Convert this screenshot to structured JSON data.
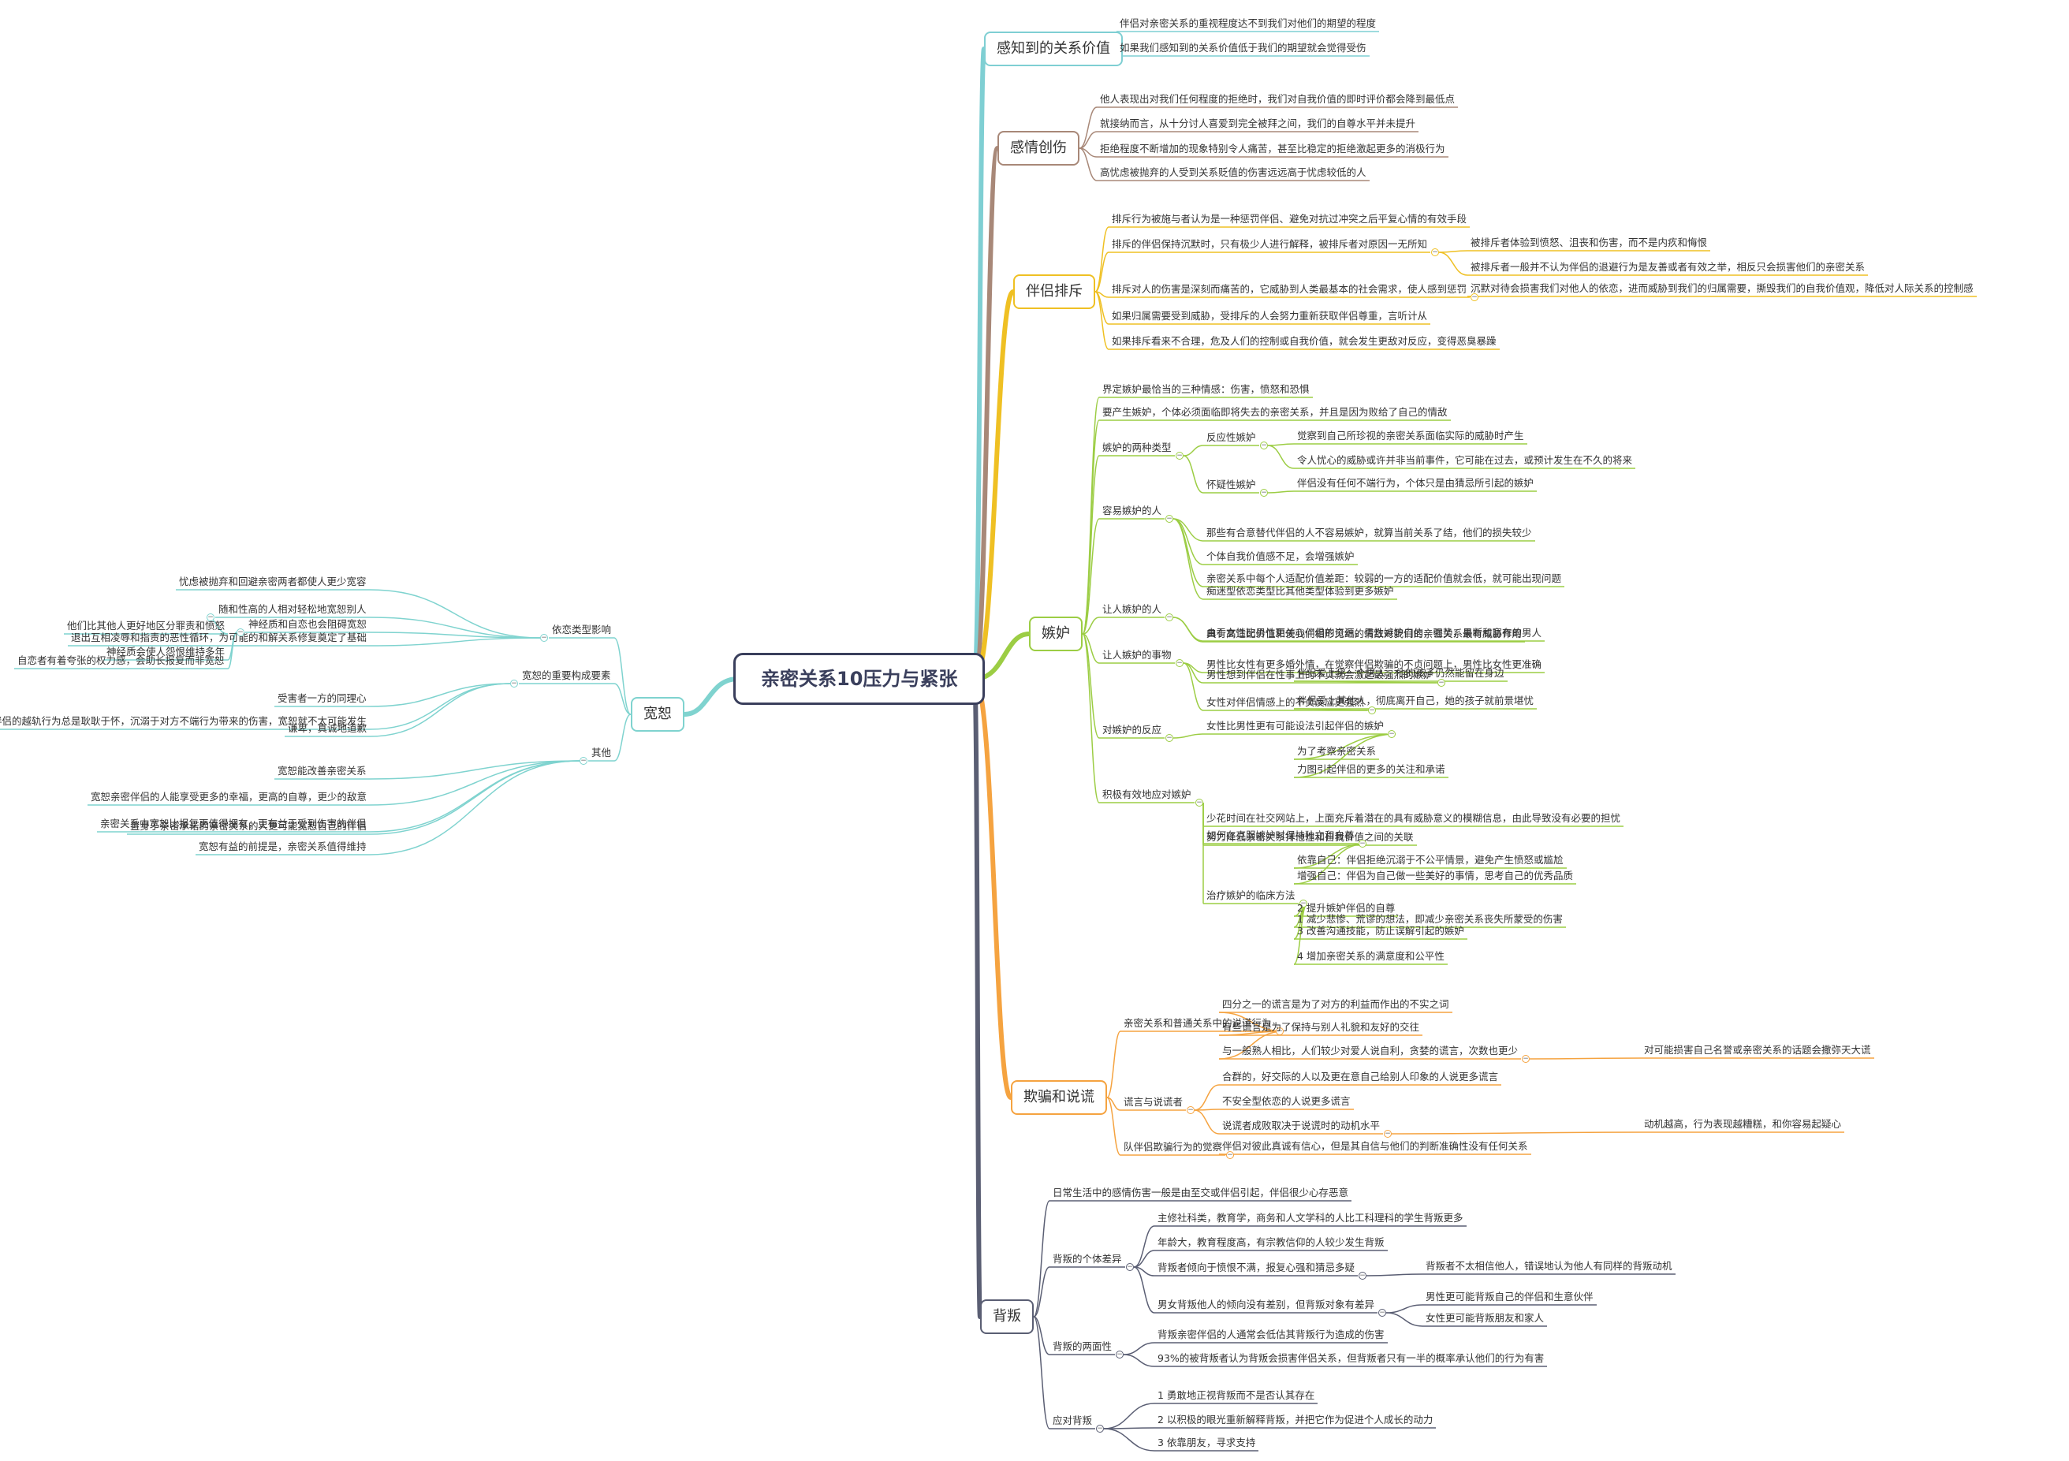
{
  "title": "亲密关系10压力与紧张",
  "colors": {
    "root_border": "#3a3f5c",
    "感知到的关系价值": "#7fcfd3",
    "感情创伤": "#a88878",
    "伴侣排斥": "#efc023",
    "嫉妒": "#9ccd44",
    "欺骗和说谎": "#f5a340",
    "背叛": "#5a5e73",
    "宽恕": "#7fd3cf"
  },
  "branches": [
    {
      "label": "感知到的关系价值",
      "children": [
        {
          "label": "伴侣对亲密关系的重视程度达不到我们对他们的期望的程度"
        },
        {
          "label": "如果我们感知到的关系价值低于我们的期望就会觉得受伤"
        }
      ]
    },
    {
      "label": "感情创伤",
      "children": [
        {
          "label": "他人表现出对我们任何程度的拒绝时，我们对自我价值的即时评价都会降到最低点"
        },
        {
          "label": "就接纳而言，从十分讨人喜爱到完全被拜之间，我们的自尊水平并未提升"
        },
        {
          "label": "拒绝程度不断增加的现象特别令人痛苦，甚至比稳定的拒绝激起更多的消极行为"
        },
        {
          "label": "高忧虑被抛弃的人受到关系贬值的伤害远远高于忧虑较低的人"
        }
      ]
    },
    {
      "label": "伴侣排斥",
      "children": [
        {
          "label": "排斥行为被施与者认为是一种惩罚伴侣、避免对抗过冲突之后平复心情的有效手段"
        },
        {
          "label": "排斥的伴侣保持沉默时，只有极少人进行解释，被排斥者对原因一无所知",
          "children": [
            {
              "label": "被排斥者体验到愤怒、沮丧和伤害，而不是内疚和悔恨"
            },
            {
              "label": "被排斥者一般并不认为伴侣的退避行为是友善或者有效之举，相反只会损害他们的亲密关系"
            }
          ]
        },
        {
          "label": "排斥对人的伤害是深刻而痛苦的，它威胁到人类最基本的社会需求，使人感到惩罚",
          "children": [
            {
              "label": "沉默对待会损害我们对他人的依恋，进而威胁到我们的归属需要，撕毁我们的自我价值观，降低对人际关系的控制感"
            }
          ]
        },
        {
          "label": "如果归属需要受到威胁，受排斥的人会努力重新获取伴侣尊重，言听计从"
        },
        {
          "label": "如果排斥看来不合理，危及人们的控制或自我价值，就会发生更敌对反应，变得恶臭暴躁"
        }
      ]
    },
    {
      "label": "嫉妒",
      "children": [
        {
          "label": "界定嫉妒最恰当的三种情感：伤害，愤怒和恐惧"
        },
        {
          "label": "要产生嫉妒，个体必须面临即将失去的亲密关系，并且是因为败给了自己的情敌"
        },
        {
          "label": "嫉妒的两种类型",
          "children": [
            {
              "label": "反应性嫉妒",
              "children": [
                {
                  "label": "觉察到自己所珍视的亲密关系面临实际的威胁时产生"
                },
                {
                  "label": "令人忧心的威胁或许并非当前事件，它可能在过去，或预计发生在不久的将来"
                }
              ]
            },
            {
              "label": "怀疑性嫉妒",
              "children": [
                {
                  "label": "伴侣没有任何不端行为，个体只是由猜忌所引起的嫉妒"
                }
              ]
            }
          ]
        },
        {
          "label": "容易嫉妒的人",
          "children": [
            {
              "label": "那些有合意替代伴侣的人不容易嫉妒，就算当前关系了结，他们的损失较少"
            },
            {
              "label": "个体自我价值感不足，会增强嫉妒"
            },
            {
              "label": "亲密关系中每个人适配价值差距：较弱的一方的适配价值就会低，就可能出现问题"
            },
            {
              "label": "痴迷型依恋类型比其他类型体验到更多嫉妒"
            }
          ]
        },
        {
          "label": "让人嫉妒的人",
          "children": [
            {
              "label": "由于女性比男性更关心伴侣的资源，男性嫉妒自信，强势，果断和富有的男人"
            },
            {
              "label": "具有高适配价值和使我们相形见绌的情敌对我们的亲密关系最有威胁作用"
            }
          ]
        },
        {
          "label": "让人嫉妒的事物",
          "children": [
            {
              "label": "男性比女性有更多婚外情，在觉察伴侣欺骗的不贞问题上，男性比女性更准确"
            },
            {
              "label": "男性想到伴侣在性事上的不贞就会激起最强烈的嫉妒",
              "children": [
                {
                  "label": "伴侣爱上另一个男人，他的孩子仍然能留在身边"
                }
              ]
            },
            {
              "label": "女性对伴侣情感上的不贞反应更强烈",
              "children": [
                {
                  "label": "伴侣爱上其他人，彻底离开自己，她的孩子就前景堪忧"
                }
              ]
            }
          ]
        },
        {
          "label": "对嫉妒的反应",
          "children": [
            {
              "label": "女性比男性更有可能设法引起伴侣的嫉妒",
              "children": [
                {
                  "label": "为了考察亲密关系"
                },
                {
                  "label": "力图引起伴侣的更多的关注和承诺"
                }
              ]
            }
          ]
        },
        {
          "label": "积极有效地应对嫉妒",
          "children": [
            {
              "label": "少花时间在社交网站上，上面充斥着潜在的具有威胁意义的模糊信息，由此导致没有必要的担忧"
            },
            {
              "label": "努力降低亲密关系排他性和自我价值之间的关联"
            },
            {
              "label": "如何在克服嫉妒时保持独立和自尊",
              "children": [
                {
                  "label": "依靠自己：伴侣拒绝沉溺于不公平情景，避免产生愤怒或尴尬"
                },
                {
                  "label": "增强自己：伴侣为自己做一些美好的事情，思考自己的优秀品质"
                }
              ]
            },
            {
              "label": "治疗嫉妒的临床方法",
              "children": [
                {
                  "label": "1 减少悲惨、荒谬的想法，即减少亲密关系丧失所蒙受的伤害"
                },
                {
                  "label": "2 提升嫉妒伴侣的自尊"
                },
                {
                  "label": "3 改善沟通技能，防止误解引起的嫉妒"
                },
                {
                  "label": "4 增加亲密关系的满意度和公平性"
                }
              ]
            }
          ]
        }
      ]
    },
    {
      "label": "欺骗和说谎",
      "children": [
        {
          "label": "亲密关系和普通关系中的说谎行为",
          "children": [
            {
              "label": "四分之一的谎言是为了对方的利益而作出的不实之词"
            },
            {
              "label": "有些谎言是为了保持与别人礼貌和友好的交往"
            },
            {
              "label": "与一般熟人相比，人们较少对爱人说自利，贪婪的谎言，次数也更少",
              "children": [
                {
                  "label": "对可能损害自己名誉或亲密关系的话题会撒弥天大谎"
                }
              ]
            }
          ]
        },
        {
          "label": "谎言与说谎者",
          "children": [
            {
              "label": "合群的，好交际的人以及更在意自己给别人印象的人说更多谎言"
            },
            {
              "label": "不安全型依恋的人说更多谎言"
            },
            {
              "label": "说谎者成败取决于说谎时的动机水平",
              "children": [
                {
                  "label": "动机越高，行为表现越糟糕，和你容易起疑心"
                }
              ]
            }
          ]
        },
        {
          "label": "队伴侣欺骗行为的觉察",
          "children": [
            {
              "label": "伴侣对彼此真诚有信心，但是其自信与他们的判断准确性没有任何关系"
            }
          ]
        }
      ]
    },
    {
      "label": "背叛",
      "children": [
        {
          "label": "日常生活中的感情伤害一般是由至交或伴侣引起，伴侣很少心存恶意"
        },
        {
          "label": "背叛的个体差异",
          "children": [
            {
              "label": "主修社科类，教育学，商务和人文学科的人比工科理科的学生背叛更多"
            },
            {
              "label": "年龄大，教育程度高，有宗教信仰的人较少发生背叛"
            },
            {
              "label": "背叛者倾向于愤恨不满，报复心强和猜忌多疑",
              "children": [
                {
                  "label": "背叛者不太相信他人，错误地认为他人有同样的背叛动机"
                }
              ]
            },
            {
              "label": "男女背叛他人的倾向没有差别，但背叛对象有差异",
              "children": [
                {
                  "label": "男性更可能背叛自己的伴侣和生意伙伴"
                },
                {
                  "label": "女性更可能背叛朋友和家人"
                }
              ]
            }
          ]
        },
        {
          "label": "背叛的两面性",
          "children": [
            {
              "label": "背叛亲密伴侣的人通常会低估其背叛行为造成的伤害"
            },
            {
              "label": "93%的被背叛者认为背叛会损害伴侣关系，但背叛者只有一半的概率承认他们的行为有害"
            }
          ]
        },
        {
          "label": "应对背叛",
          "children": [
            {
              "label": "1 勇敢地正视背叛而不是否认其存在"
            },
            {
              "label": "2 以积极的眼光重新解释背叛，并把它作为促进个人成长的动力"
            },
            {
              "label": "3 依靠朋友，寻求支持"
            }
          ]
        }
      ]
    },
    {
      "label": "宽恕",
      "children": [
        {
          "label": "依恋类型影响",
          "children": [
            {
              "label": "退出互相凌辱和指责的恶性循环，为可能的和解关系修复奠定了基础"
            },
            {
              "label": "忧虑被抛弃和回避亲密两者都使人更少宽容"
            },
            {
              "label": "随和性高的人相对轻松地宽恕别人",
              "children": [
                {
                  "label": "他们比其他人更好地区分罪责和愤怒"
                }
              ]
            },
            {
              "label": "神经质和自恋也会阻碍宽恕",
              "children": [
                {
                  "label": "自恋者有着夸张的权力感，会助长报复而非宽恕"
                },
                {
                  "label": "神经质会使人怨恨维持多年"
                }
              ]
            }
          ]
        },
        {
          "label": "宽恕的重要构成要素",
          "children": [
            {
              "label": "谦卑，真诚地道歉"
            },
            {
              "label": "受害者一方的同理心"
            },
            {
              "label": "如果受害者对伴侣的越轨行为总是耿耿于怀，沉溺于对方不端行为带来的伤害，宽恕就不太可能发生"
            }
          ]
        },
        {
          "label": "其他",
          "children": [
            {
              "label": "置身于亲密承诺的亲密关系的人更可能宽恕自己的伴侣"
            },
            {
              "label": "宽恕能改善亲密关系"
            },
            {
              "label": "宽恕亲密伴侣的人能享受更多的幸福，更高的自尊，更少的敌意"
            },
            {
              "label": "亲密关系中宽恕比报复更值得拥有，更有益于受到伤害的伴侣"
            },
            {
              "label": "宽恕有益的前提是，亲密关系值得维持"
            }
          ]
        }
      ]
    }
  ]
}
